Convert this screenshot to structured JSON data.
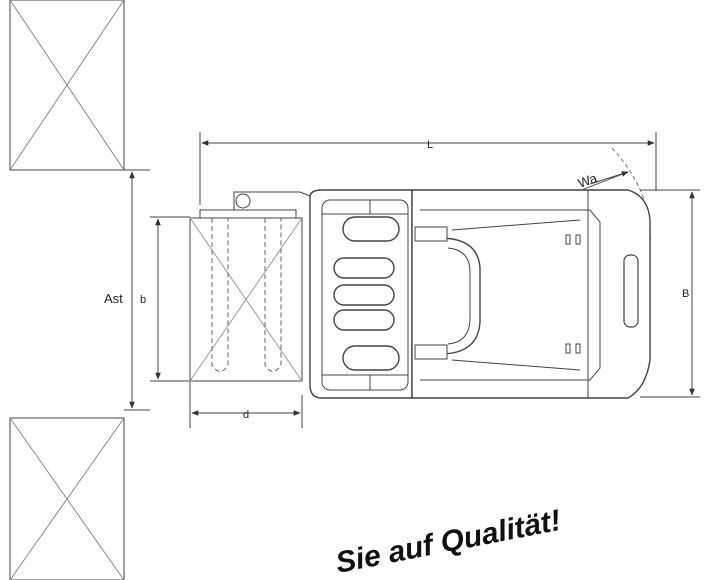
{
  "labels": {
    "length": "L",
    "wa": "Wa",
    "width": "B",
    "aisle": "Ast",
    "load_width": "b",
    "load_depth": "d"
  },
  "slogan": {
    "line1": "Sie auf Qualität!"
  }
}
